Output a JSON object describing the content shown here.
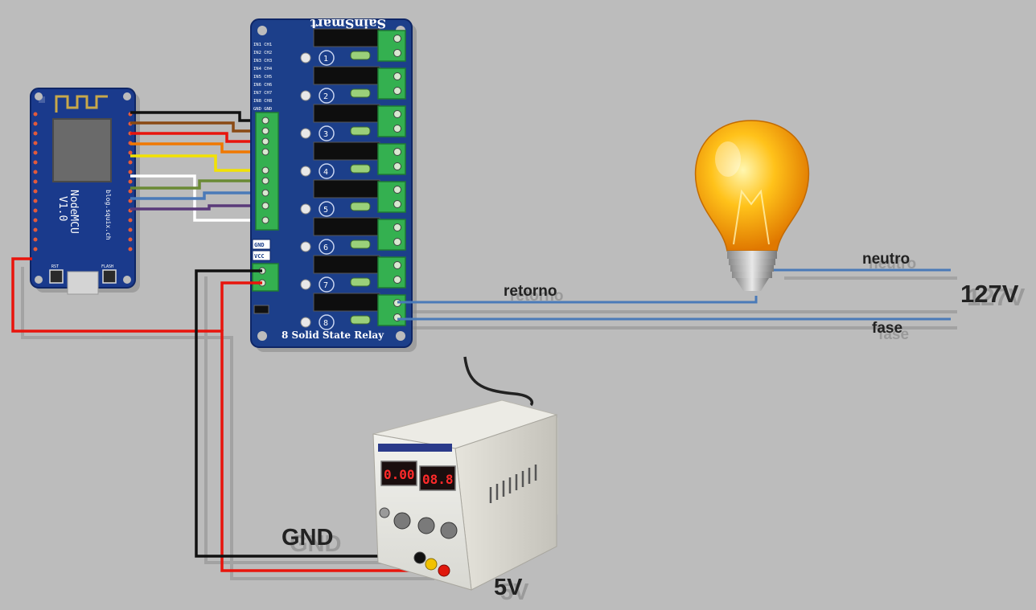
{
  "labels": {
    "neutro": "neutro",
    "retorno": "retorno",
    "fase": "fase",
    "voltage_ac": "127V",
    "gnd": "GND",
    "voltage_dc": "5V"
  },
  "nodemcu": {
    "name": "NodeMCU",
    "version": "V1.0",
    "site": "blog.squix.ch",
    "rst_label": "RST",
    "flash_label": "FLASH"
  },
  "relay_board": {
    "brand": "SainSmart",
    "title": "8 Solid State Relay",
    "gnd_label": "GND",
    "vcc_label": "VCC",
    "inputs": [
      "IN1 CH1",
      "IN2 CH2",
      "IN3 CH3",
      "IN4 CH4",
      "IN5 CH5",
      "IN6 CH6",
      "IN7 CH7",
      "IN8 CH8",
      "GND GND"
    ],
    "channels": [
      "1",
      "2",
      "3",
      "4",
      "5",
      "6",
      "7",
      "8"
    ]
  },
  "power_supply": {
    "current_display": "0.00",
    "voltage_display": "08.8"
  },
  "colors": {
    "background": "#bcbcbc",
    "wire_red": "#e8140c",
    "wire_black": "#111111",
    "wire_blue": "#4a7ab8",
    "wire_brown": "#8a4a14",
    "wire_orange": "#f07800",
    "wire_yellow": "#f2e200",
    "wire_white": "#ffffff",
    "wire_green": "#6a8a34",
    "wire_purple": "#5a3a7a",
    "board_blue": "#1c3f8a",
    "terminal_green": "#34b050"
  }
}
